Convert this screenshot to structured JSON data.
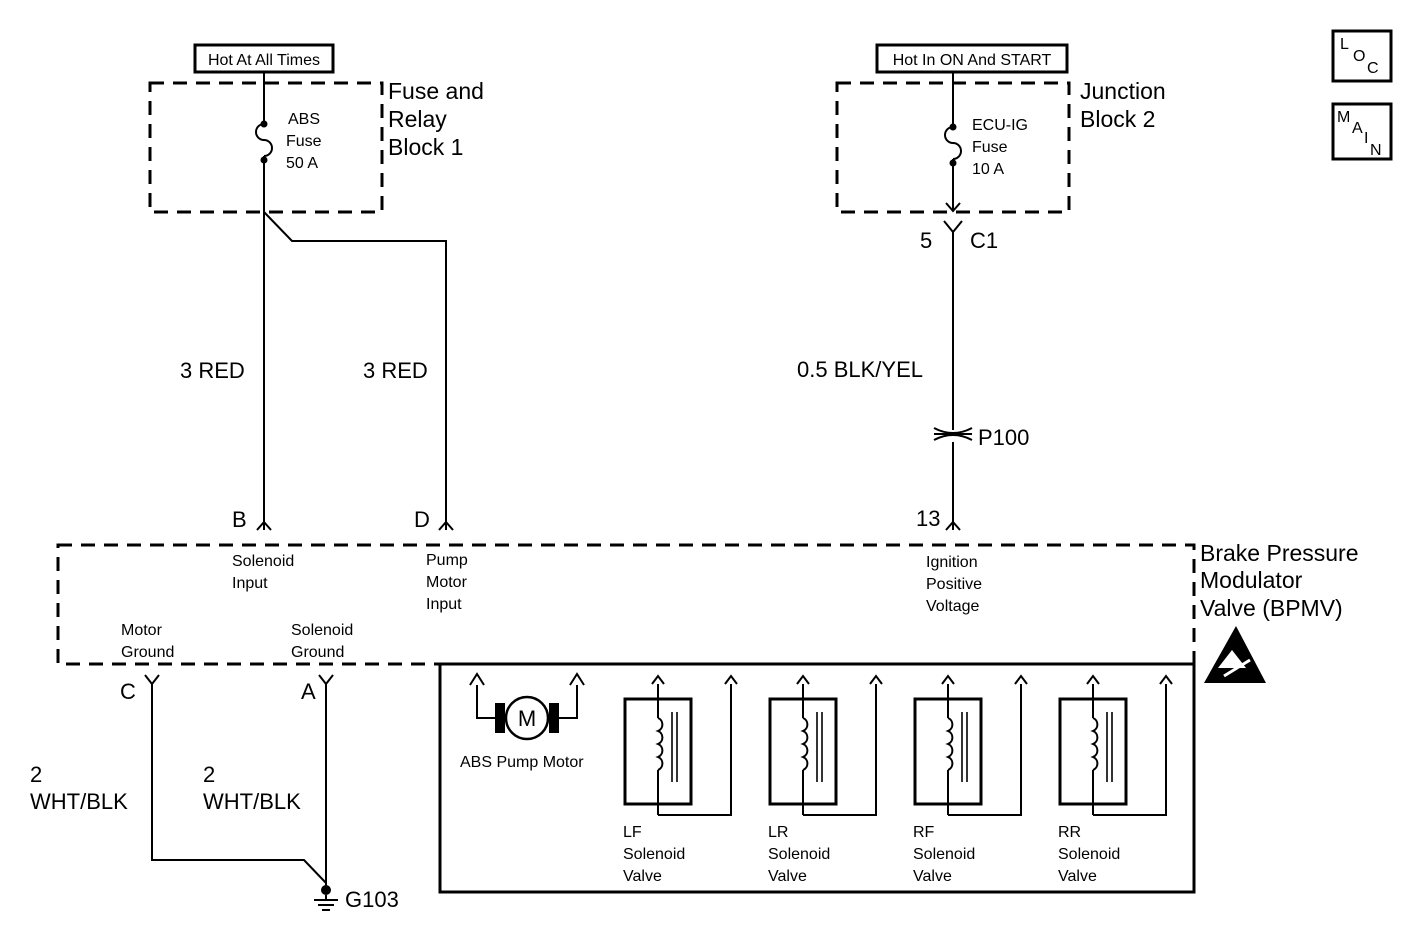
{
  "power": {
    "hot_at_all_times": "Hot At All Times",
    "hot_in_on_start": "Hot In ON And START"
  },
  "fuse_block_1": {
    "title_line1": "Fuse and",
    "title_line2": "Relay",
    "title_line3": "Block 1",
    "fuse_line1": "ABS",
    "fuse_line2": "Fuse",
    "fuse_line3": "50 A"
  },
  "junction_block_2": {
    "title_line1": "Junction",
    "title_line2": "Block 2",
    "fuse_line1": "ECU-IG",
    "fuse_line2": "Fuse",
    "fuse_line3": "10 A",
    "pin": "5",
    "connector": "C1"
  },
  "nav": {
    "loc": [
      "L",
      "O",
      "C"
    ],
    "main": [
      "M",
      "A",
      "I",
      "N"
    ]
  },
  "wires": {
    "red_1": "3 RED",
    "red_2": "3 RED",
    "blk_yel": "0.5 BLK/YEL",
    "wht_blk_1_size": "2",
    "wht_blk_1_color": "WHT/BLK",
    "wht_blk_2_size": "2",
    "wht_blk_2_color": "WHT/BLK"
  },
  "connector_p100": "P100",
  "bpmv": {
    "title_line1": "Brake Pressure",
    "title_line2": "Modulator",
    "title_line3": "Valve (BPMV)",
    "pin_b": "B",
    "pin_d": "D",
    "pin_13": "13",
    "pin_c": "C",
    "pin_a": "A",
    "solenoid_input_1": "Solenoid",
    "solenoid_input_2": "Input",
    "pump_input_1": "Pump",
    "pump_input_2": "Motor",
    "pump_input_3": "Input",
    "ignition_1": "Ignition",
    "ignition_2": "Positive",
    "ignition_3": "Voltage",
    "motor_ground_1": "Motor",
    "motor_ground_2": "Ground",
    "solenoid_ground_1": "Solenoid",
    "solenoid_ground_2": "Ground",
    "motor_symbol": "M",
    "pump_motor_label": "ABS Pump Motor",
    "valves": [
      {
        "pos": "LF",
        "l2": "Solenoid",
        "l3": "Valve"
      },
      {
        "pos": "LR",
        "l2": "Solenoid",
        "l3": "Valve"
      },
      {
        "pos": "RF",
        "l2": "Solenoid",
        "l3": "Valve"
      },
      {
        "pos": "RR",
        "l2": "Solenoid",
        "l3": "Valve"
      }
    ]
  },
  "ground": "G103"
}
